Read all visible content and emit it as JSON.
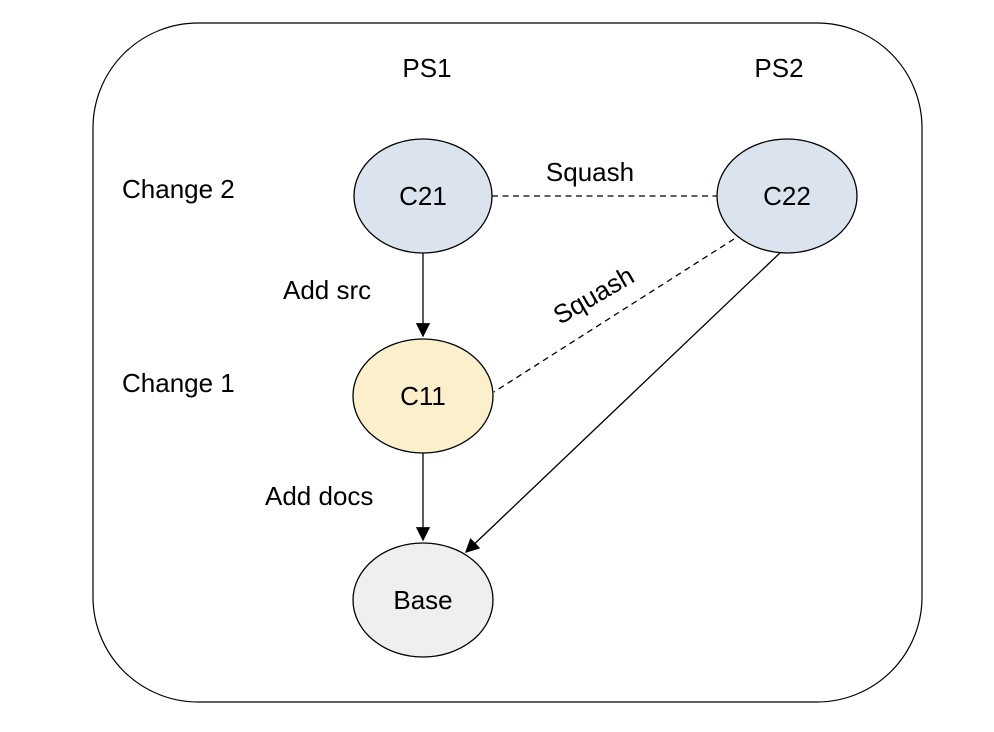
{
  "diagram": {
    "background": "#ffffff",
    "stroke_color": "#000000",
    "columns": {
      "ps1": {
        "label": "PS1"
      },
      "ps2": {
        "label": "PS2"
      }
    },
    "rows": {
      "change2": {
        "label": "Change 2"
      },
      "change1": {
        "label": "Change 1"
      }
    },
    "nodes": {
      "c21": {
        "label": "C21",
        "fill": "#dae3ee"
      },
      "c22": {
        "label": "C22",
        "fill": "#dae3ee"
      },
      "c11": {
        "label": "C11",
        "fill": "#fcefcc"
      },
      "base": {
        "label": "Base",
        "fill": "#efefef"
      }
    },
    "edges": {
      "c21_to_c11": {
        "label": "Add src",
        "style": "solid-arrow"
      },
      "c11_to_base": {
        "label": "Add docs",
        "style": "solid-arrow"
      },
      "c21_c22_squash": {
        "label": "Squash",
        "style": "dashed"
      },
      "c22_c11_squash": {
        "label": "Squash",
        "style": "dashed"
      },
      "c22_to_base": {
        "label": "",
        "style": "solid-arrow"
      }
    }
  }
}
